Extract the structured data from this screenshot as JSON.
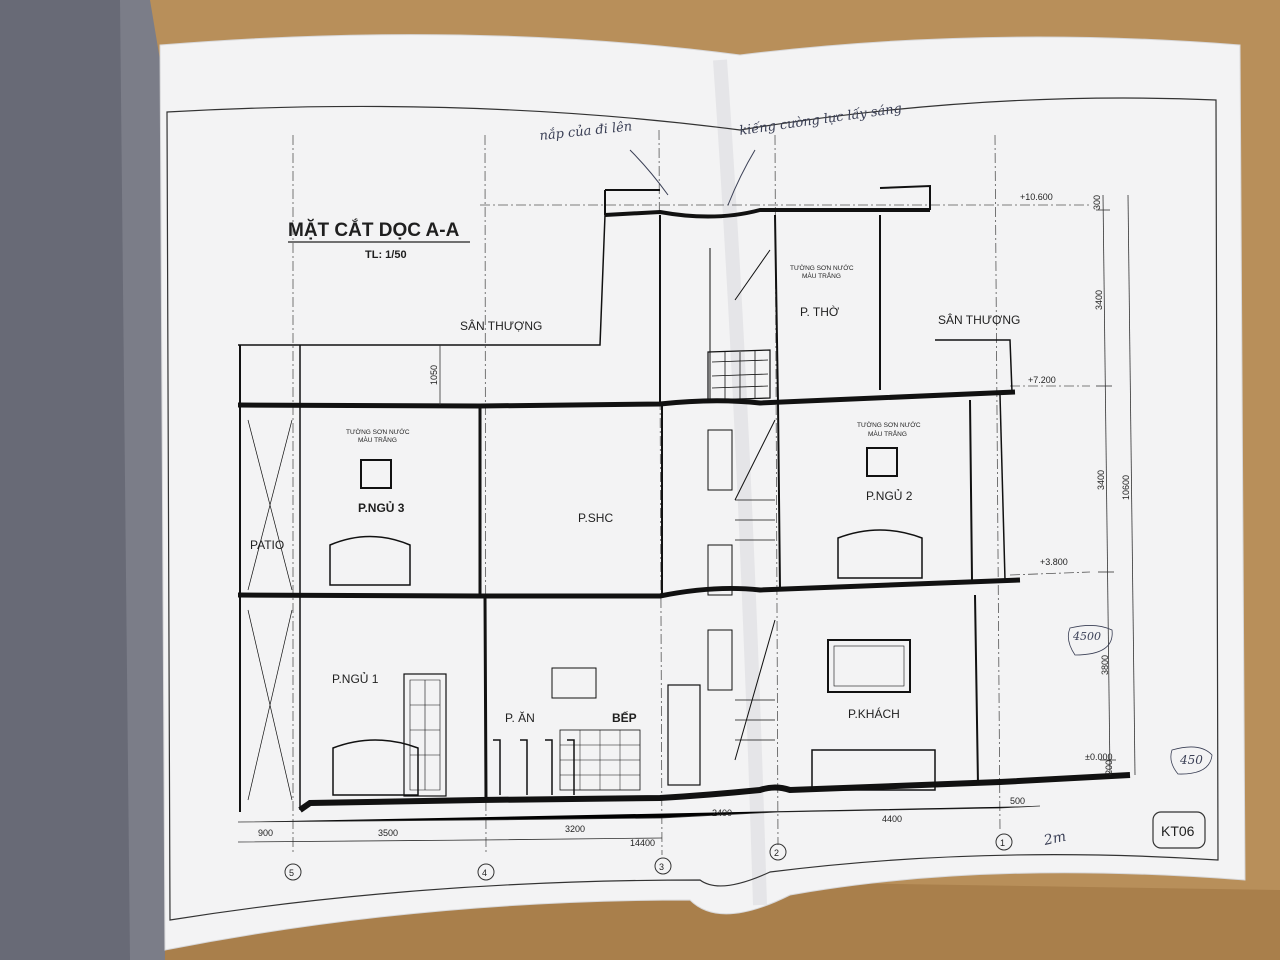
{
  "sheet": {
    "title": "MẶT CẮT DỌC A-A",
    "scale": "TL: 1/50",
    "sheet_code": "KT06"
  },
  "rooms": {
    "san_thuong_left": "SÂN THƯỢNG",
    "san_thuong_right": "SÂN THƯỢNG",
    "p_tho": "P. THỜ",
    "p_ngu_3": "P.NGỦ 3",
    "p_shc": "P.SHC",
    "p_ngu_2": "P.NGỦ 2",
    "patio": "PATIO",
    "p_ngu_1": "P.NGỦ 1",
    "p_an": "P. ĂN",
    "bep": "BẾP",
    "p_khach": "P.KHÁCH"
  },
  "notes": {
    "wall_note_line1": "TƯỜNG SƠN NƯỚC",
    "wall_note_line2": "MÀU TRẮNG"
  },
  "levels": {
    "roof": "+10.600",
    "floor3": "+7.200",
    "floor2": "+3.800",
    "ground": "±0.000"
  },
  "vertical_dims": {
    "parapet_top": "300",
    "storey3": "3400",
    "storey2": "3400",
    "total": "10600",
    "storey1": "3800",
    "base": "200",
    "railing": "1050"
  },
  "horizontal_dims": {
    "d1": "900",
    "d2": "3500",
    "d3": "3200",
    "d4": "2400",
    "d5": "4400",
    "d6": "500",
    "total": "14400"
  },
  "grid_axes": [
    "5",
    "4",
    "3",
    "2",
    "1"
  ],
  "handwritten": {
    "note_left": "nắp của đi lên",
    "note_right": "kiếng cường lực lấy sáng",
    "note_4500": "4500",
    "note_450": "450",
    "note_2m": "2m"
  }
}
